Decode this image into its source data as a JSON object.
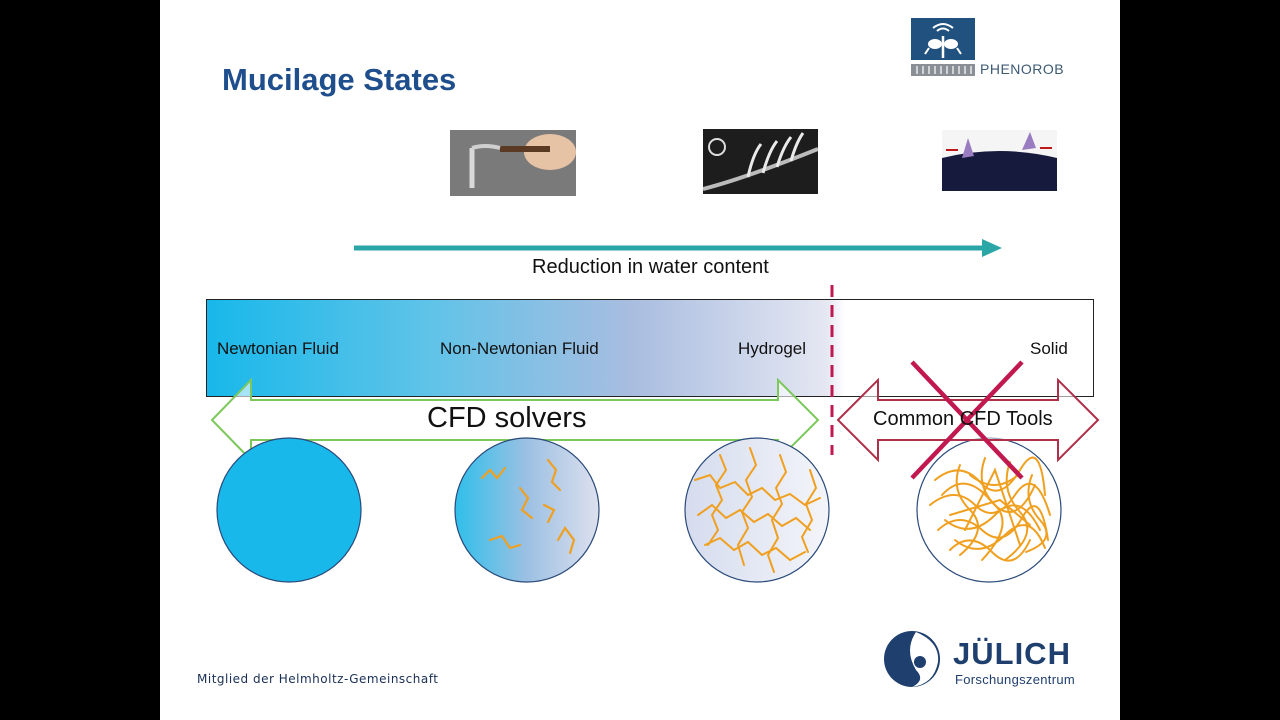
{
  "slide": {
    "title": "Mucilage States",
    "membership": "Mitglied der Helmholtz-Gemeinschaft"
  },
  "logos": {
    "phenorob": "PHENOROB",
    "julich_name": "JÜLICH",
    "julich_sub": "Forschungszentrum"
  },
  "diagram": {
    "water_label": "Reduction in water content",
    "states": [
      "Newtonian Fluid",
      "Non-Newtonian Fluid",
      "Hydrogel",
      "Solid"
    ],
    "cfd_solvers_label": "CFD solvers",
    "common_tools_label": "Common CFD Tools"
  },
  "colors": {
    "title": "#1f4e8c",
    "arrow_teal": "#2aa6a6",
    "fluid_blue": "#18b8ea",
    "polymer_orange": "#f0a020",
    "divider_red": "#c0184f",
    "cfd_arrow_green": "#7cc85a",
    "common_arrow_red": "#b0304a"
  }
}
